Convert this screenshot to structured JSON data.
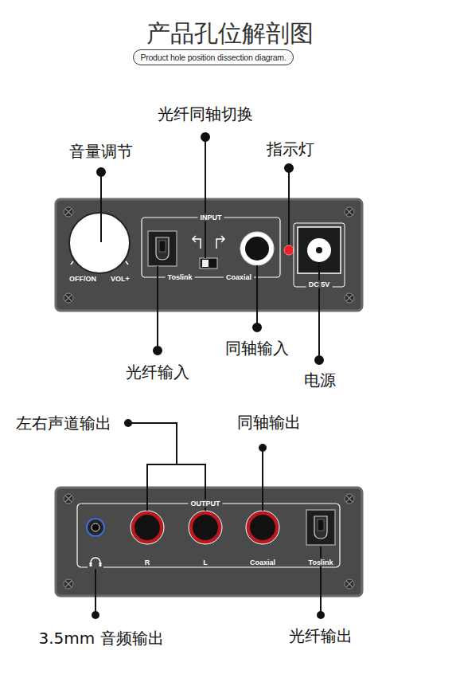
{
  "diagram": {
    "title": "产品孔位解剖图",
    "nodes": [
      {
        "text": [
          "Product hole position dissection diagram."
        ]
      }
    ],
    "labels": [
      "光纤同轴切换",
      "音量调节",
      "指示灯",
      "INPUT",
      "OFF/ON",
      "VOL+",
      "Toslink",
      "Coaxial",
      "DC 5V",
      "同轴输入",
      "光纤输入",
      "电源",
      "左右声道输出",
      "同轴输出",
      "OUTPUT",
      "R",
      "L",
      "Coaxial",
      "Toslink",
      "3.5mm 音频输出",
      "光纤输出"
    ]
  }
}
